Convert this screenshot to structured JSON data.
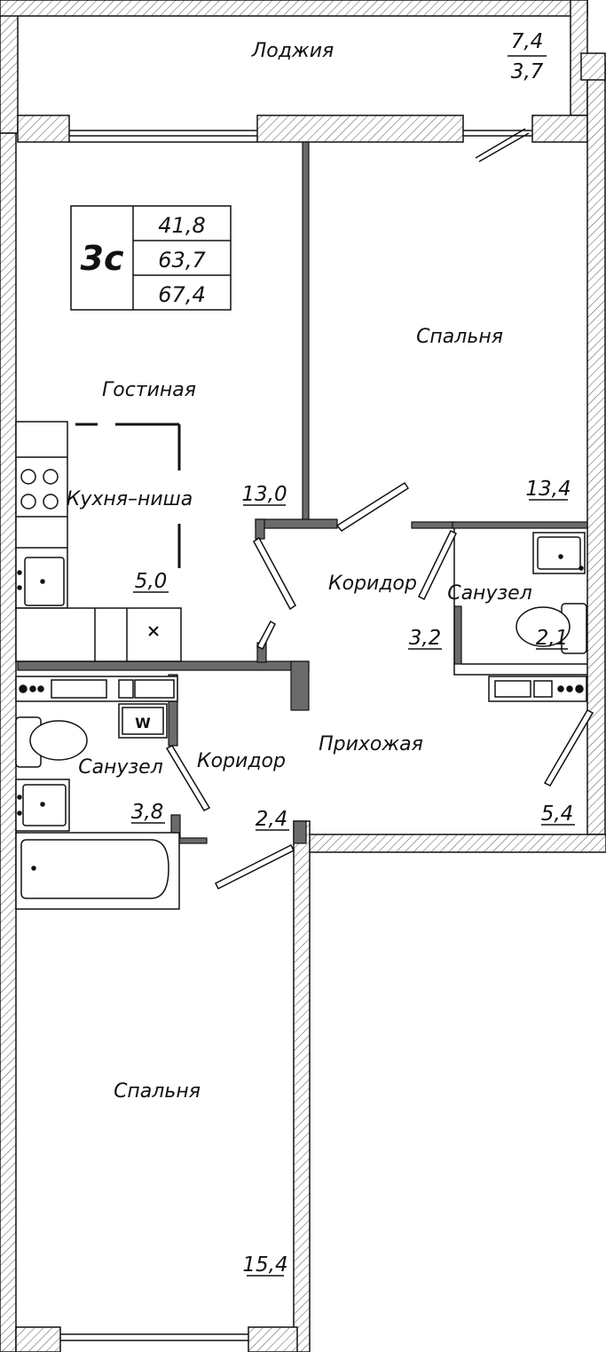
{
  "plan": {
    "apartment_type": "3с",
    "areas": {
      "living": "41,8",
      "total": "63,7",
      "total_with_loggia": "67,4"
    }
  },
  "loggia": {
    "label": "Лоджия",
    "area_full": "7,4",
    "area_reduced": "3,7"
  },
  "rooms": {
    "living": {
      "label": "Гостиная",
      "area": "13,0"
    },
    "kitchen": {
      "label": "Кухня–ниша",
      "area": "5,0"
    },
    "bedroom_top": {
      "label": "Спальня",
      "area": "13,4"
    },
    "corridor_mid": {
      "label": "Коридор",
      "area": "3,2"
    },
    "bath_right": {
      "label": "Санузел",
      "area": "2,1"
    },
    "hall": {
      "label": "Прихожая",
      "area": "5,4"
    },
    "bath_left": {
      "label": "Санузел",
      "area": "3,8"
    },
    "corridor_left": {
      "label": "Коридор",
      "area": "2,4"
    },
    "bedroom_bottom": {
      "label": "Спальня",
      "area": "15,4"
    }
  },
  "fixtures": {
    "washer_label": "W"
  },
  "colors": {
    "ink": "#111111",
    "hatch": "#555555",
    "paper": "#ffffff"
  }
}
